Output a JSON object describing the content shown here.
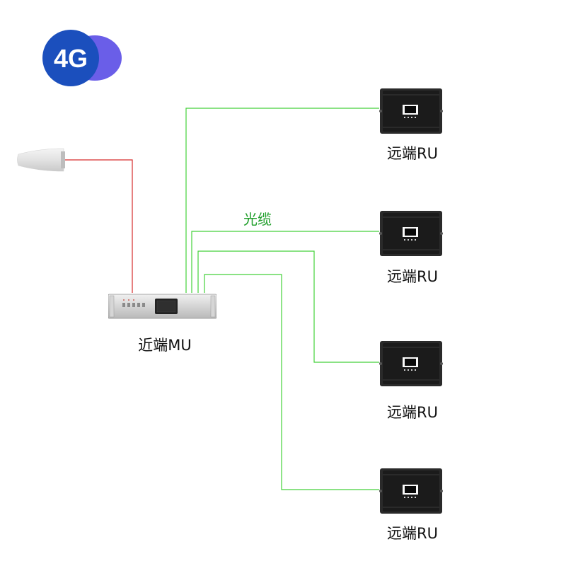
{
  "logo": {
    "text": "4G",
    "icon": "4g-badge-icon",
    "colors": {
      "front": "#1b4fbd",
      "back": "#6a5ee8"
    }
  },
  "antenna": {
    "icon": "antenna-icon"
  },
  "near_unit": {
    "label": "近端MU",
    "icon": "rack-unit-icon"
  },
  "cable": {
    "label": "光缆",
    "color": "#43d13a"
  },
  "rf_feed": {
    "color": "#d62b2b"
  },
  "remote_units": [
    {
      "label": "远端RU"
    },
    {
      "label": "远端RU"
    },
    {
      "label": "远端RU"
    },
    {
      "label": "远端RU"
    }
  ]
}
